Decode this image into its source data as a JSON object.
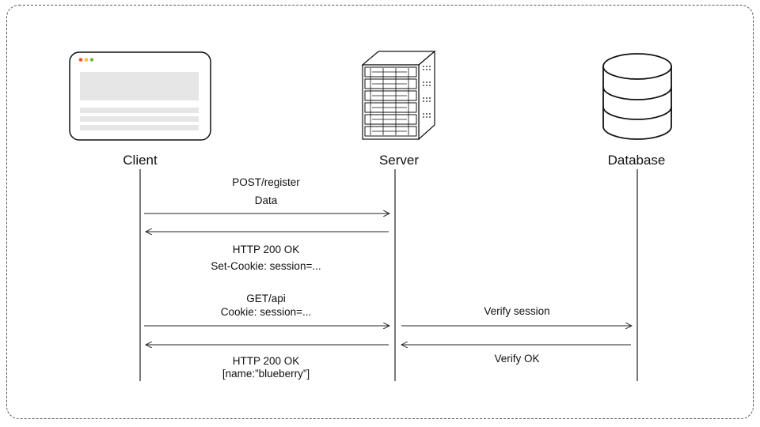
{
  "actors": {
    "client": "Client",
    "server": "Server",
    "database": "Database"
  },
  "messages": {
    "register_line1": "POST/register",
    "register_line2": "Data",
    "register_resp_line1": "HTTP 200 OK",
    "register_resp_line2": "Set-Cookie: session=...",
    "api_line1": "GET/api",
    "api_line2": "Cookie: session=...",
    "verify_session": "Verify session",
    "verify_ok": "Verify OK",
    "api_resp_line1": "HTTP 200 OK",
    "api_resp_line2": "[name:”blueberry”]"
  },
  "icons": {
    "client": "browser-window-icon",
    "server": "server-rack-icon",
    "database": "database-cylinder-icon"
  },
  "colors": {
    "line": "#222222",
    "browser_dots": [
      "#f4511e",
      "#fbc02d",
      "#7cb342"
    ],
    "placeholder": "#e6e6e6"
  }
}
